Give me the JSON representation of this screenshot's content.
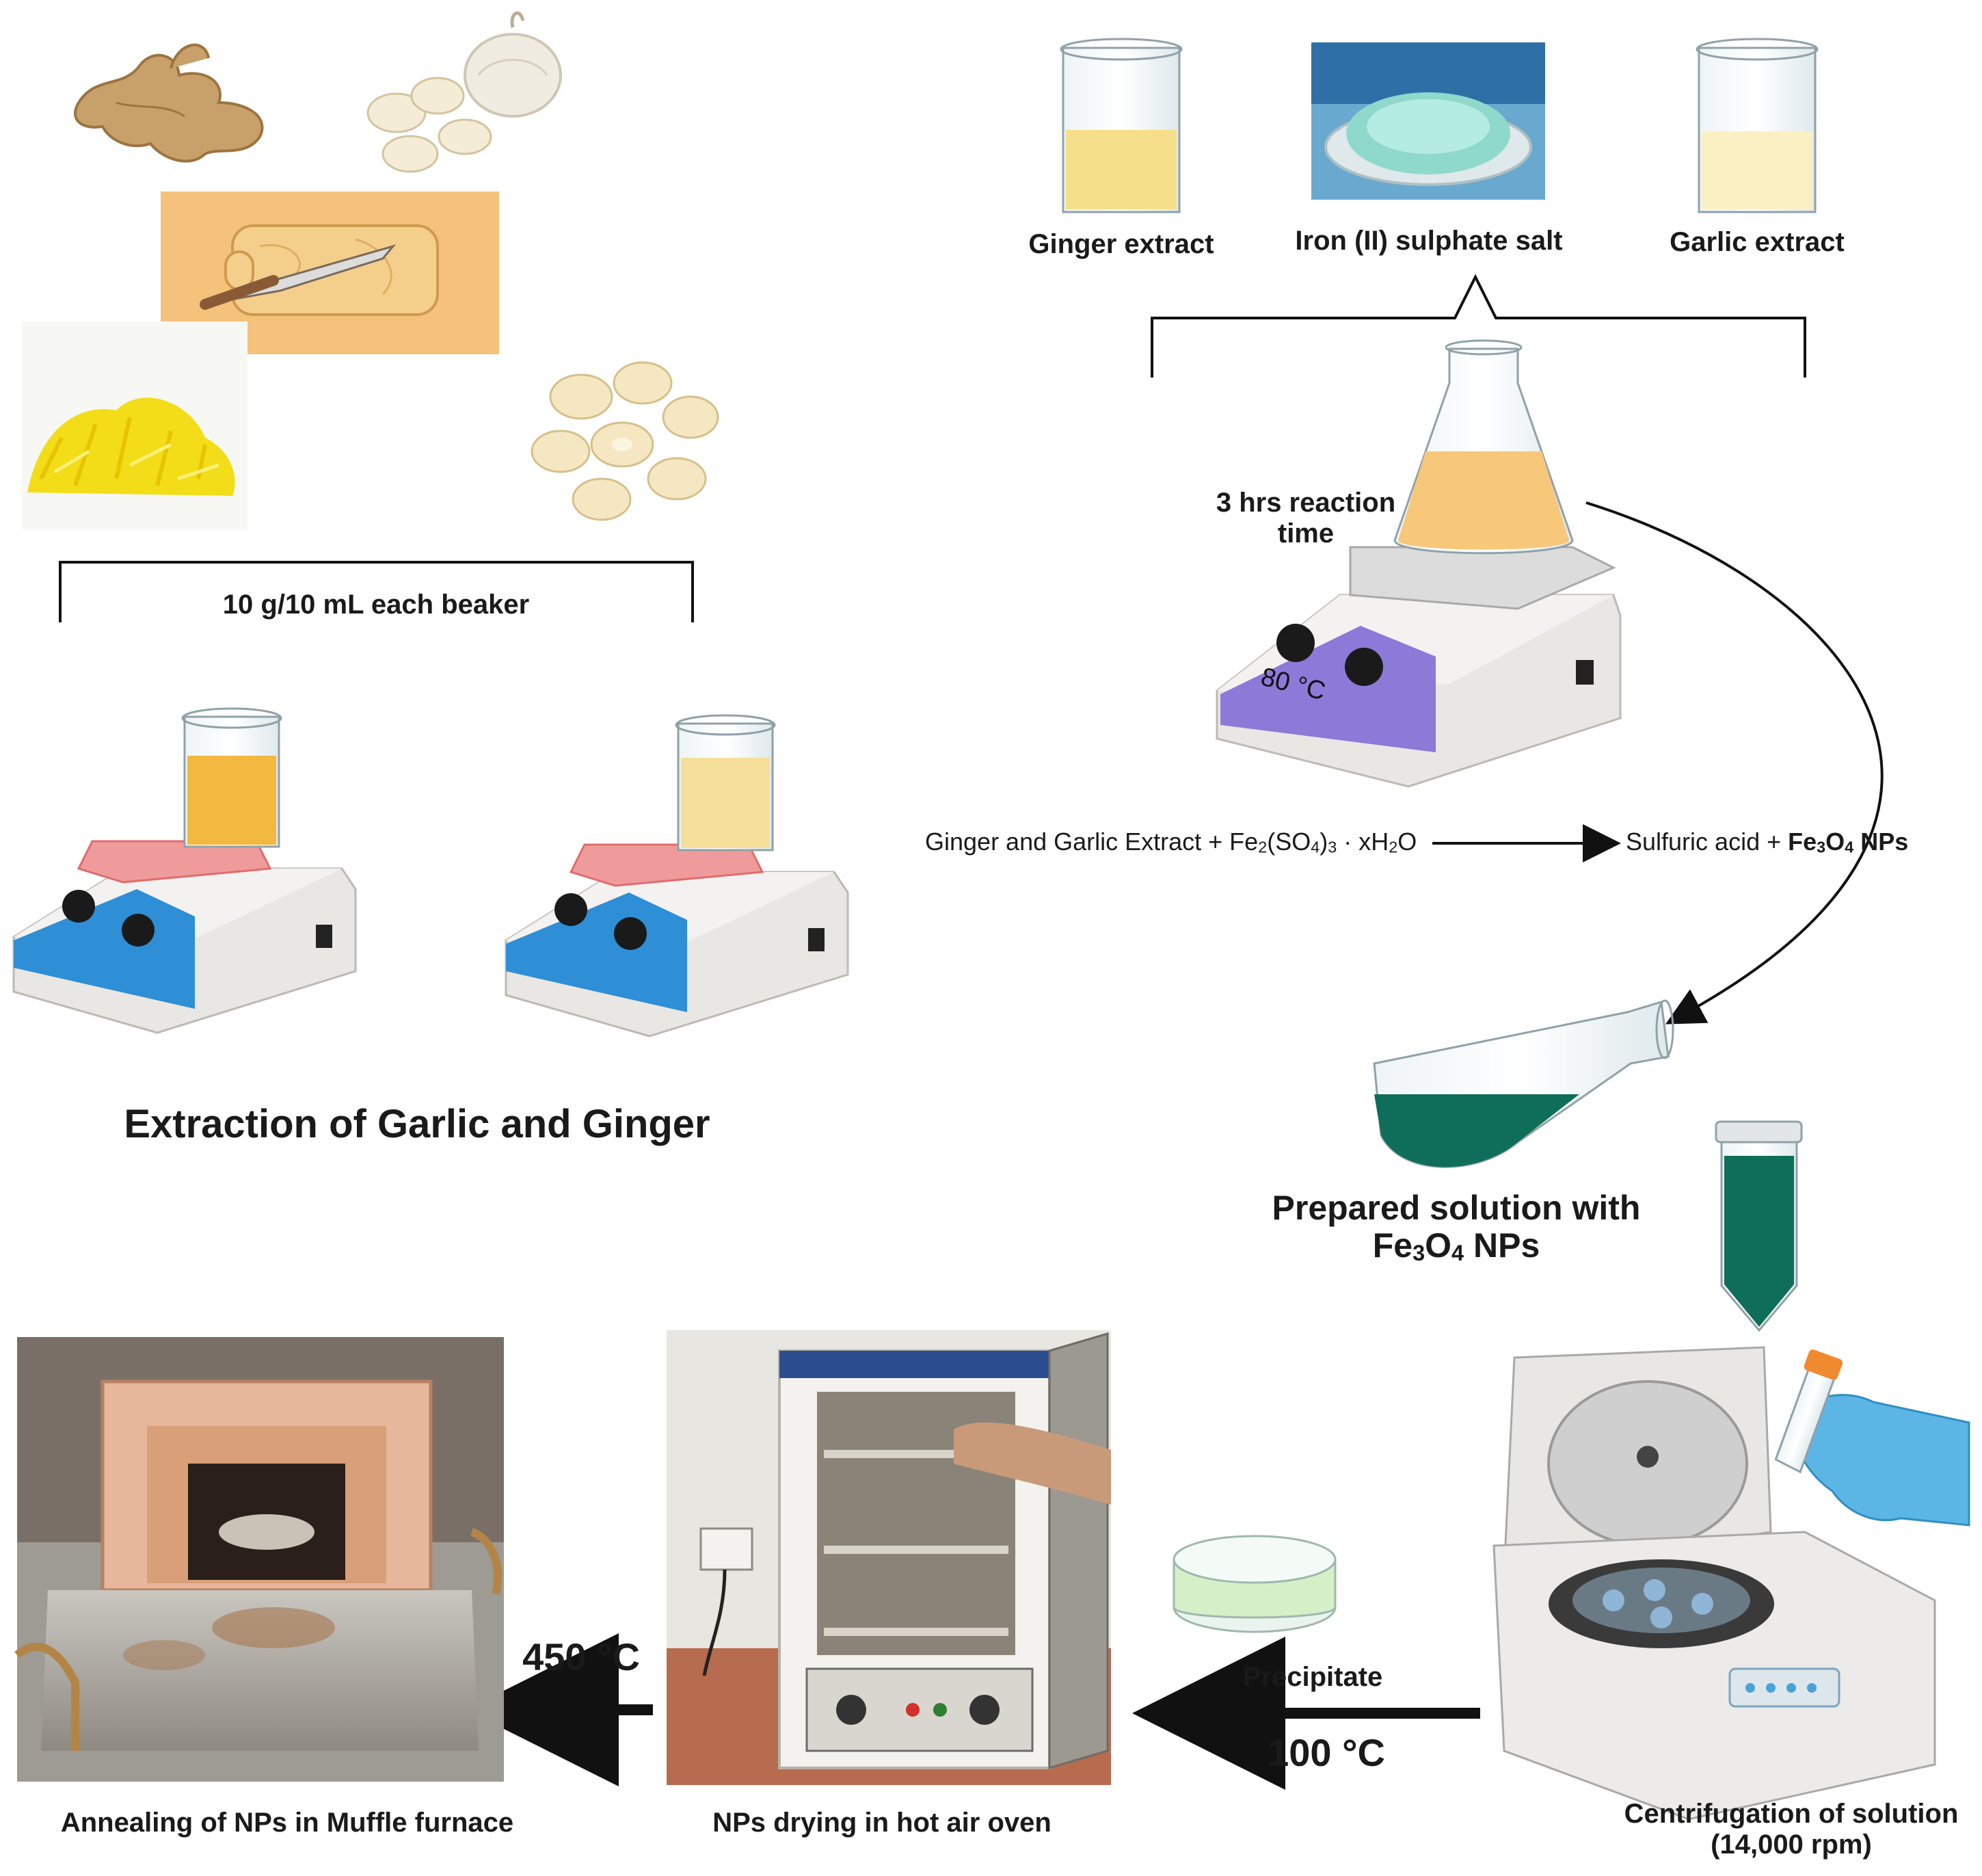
{
  "extraction": {
    "amount_label": "10 g/10 mL each beaker",
    "title": "Extraction of Garlic and Ginger"
  },
  "inputs": {
    "ginger_extract": "Ginger extract",
    "iron_salt": "Iron (II) sulphate salt",
    "garlic_extract": "Garlic extract"
  },
  "reaction": {
    "time_line1": "3 hrs reaction",
    "time_line2": "time",
    "temperature": "80 °C",
    "equation": {
      "reactants": "Ginger and Garlic Extract + Fe",
      "reactants_sub1": "2",
      "reactants_mid1": "(SO",
      "reactants_sub2": "4",
      "reactants_mid2": ")",
      "reactants_sub3": "3",
      "reactants_tail": " · xH",
      "reactants_sub4": "2",
      "reactants_end": "O",
      "products_start": "Sulfuric acid + ",
      "products_fe": "Fe",
      "products_sub1": "3",
      "products_o": "O",
      "products_sub2": "4",
      "products_end": " NPs"
    }
  },
  "prepared": {
    "line1": "Prepared solution  with",
    "line2_fe": "Fe",
    "line2_sub1": "3",
    "line2_o": "O",
    "line2_sub2": "4",
    "line2_end": " NPs"
  },
  "centrifuge": {
    "line1": "Centrifugation of solution",
    "line2": "(14,000 rpm)"
  },
  "drying": {
    "precipitate": "Precipitate",
    "temperature": "100 °C",
    "caption": "NPs drying in hot air oven"
  },
  "annealing": {
    "temperature": "450 °C",
    "caption": "Annealing of NPs in Muffle furnace"
  },
  "colors": {
    "hotplate_blue": "#2e8fd6",
    "hotplate_purple": "#8c7ad8",
    "solution_green": "#0f6e5a",
    "ginger_yellow": "#f2dd18",
    "extract_amber": "#f2b840",
    "extract_pale": "#f6df9a",
    "board_orange": "#f5c27b"
  }
}
